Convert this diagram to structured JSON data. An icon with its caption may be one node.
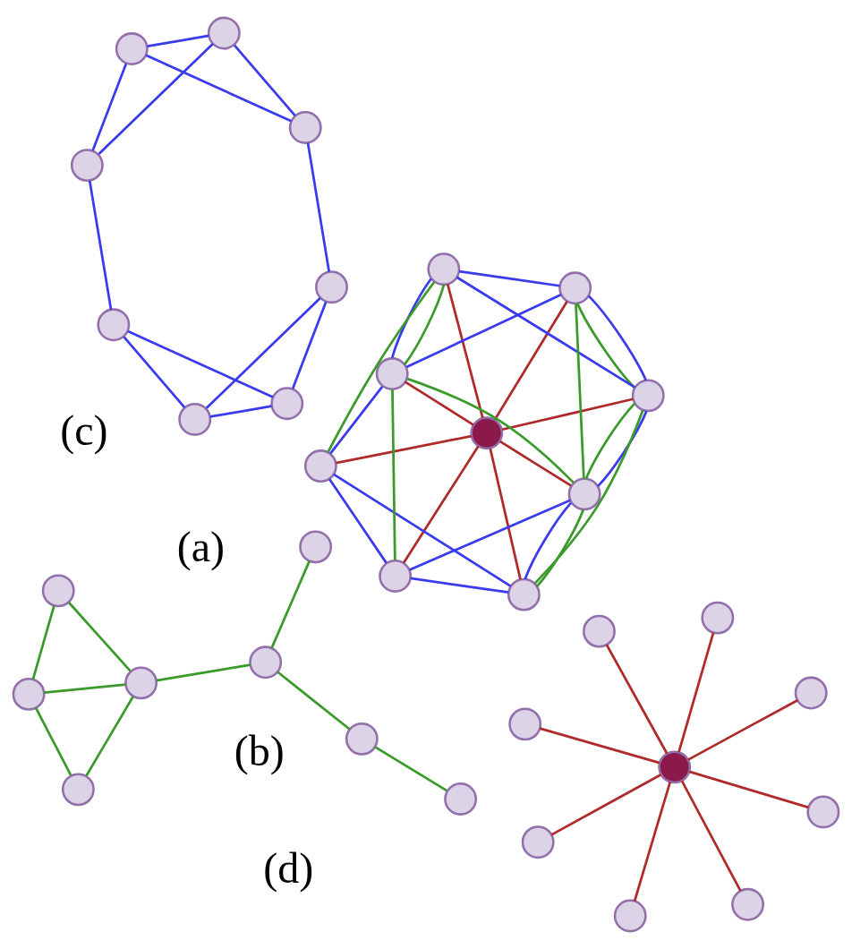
{
  "diagram": {
    "nodes": [
      {
        "text": [],
        "shape": "circle"
      },
      {
        "text": [],
        "shape": "circle"
      },
      {
        "text": [],
        "shape": "circle"
      },
      {
        "text": [],
        "shape": "circle"
      },
      {
        "text": [],
        "shape": "circle"
      },
      {
        "text": [],
        "shape": "circle"
      },
      {
        "text": [],
        "shape": "circle"
      },
      {
        "text": [],
        "shape": "circle"
      },
      {
        "text": [],
        "shape": "circle"
      },
      {
        "text": [],
        "shape": "circle"
      },
      {
        "text": [],
        "shape": "circle"
      },
      {
        "text": [],
        "shape": "circle"
      },
      {
        "text": [],
        "shape": "circle"
      },
      {
        "text": [],
        "shape": "circle"
      },
      {
        "text": [],
        "shape": "circle"
      },
      {
        "text": [],
        "shape": "circle"
      },
      {
        "text": [],
        "shape": "circle"
      },
      {
        "text": [],
        "shape": "circle"
      },
      {
        "text": [],
        "shape": "circle"
      },
      {
        "text": [],
        "shape": "circle"
      },
      {
        "text": [],
        "shape": "circle"
      },
      {
        "text": [],
        "shape": "circle"
      },
      {
        "text": [],
        "shape": "circle"
      },
      {
        "text": [],
        "shape": "circle"
      },
      {
        "text": [],
        "shape": "circle"
      },
      {
        "text": [],
        "shape": "circle"
      },
      {
        "text": [],
        "shape": "circle"
      },
      {
        "text": [],
        "shape": "circle"
      },
      {
        "text": [],
        "shape": "circle"
      },
      {
        "text": [],
        "shape": "circle"
      },
      {
        "text": [],
        "shape": "circle"
      },
      {
        "text": [],
        "shape": "circle"
      },
      {
        "text": [],
        "shape": "circle"
      },
      {
        "text": [],
        "shape": "circle"
      }
    ],
    "edges": [
      {
        "from": 1,
        "to": 0,
        "arrow": "none",
        "color": "#3a9a2a"
      },
      {
        "from": 0,
        "to": 2,
        "arrow": "none",
        "color": "#3a9a2a"
      },
      {
        "from": 1,
        "to": 2,
        "arrow": "none",
        "color": "#3a9a2a"
      },
      {
        "from": 1,
        "to": 3,
        "arrow": "none",
        "color": "#3a9a2a"
      },
      {
        "from": 3,
        "to": 0,
        "arrow": "none",
        "color": "#3a9a2a"
      },
      {
        "from": 1,
        "to": 6,
        "arrow": "none",
        "color": "#3a9a2a"
      },
      {
        "from": 5,
        "to": 6,
        "arrow": "none",
        "color": "#3a9a2a"
      },
      {
        "from": 4,
        "to": 6,
        "arrow": "none",
        "color": "#3a9a2a"
      },
      {
        "from": 4,
        "to": 7,
        "arrow": "none",
        "color": "#3a9a2a"
      },
      {
        "from": 8,
        "to": 9,
        "arrow": "none"
      },
      {
        "from": 8,
        "to": 10,
        "arrow": "none"
      },
      {
        "from": 8,
        "to": 12,
        "arrow": "none"
      },
      {
        "from": 10,
        "to": 12,
        "arrow": "none"
      },
      {
        "from": 10,
        "to": 14,
        "arrow": "none"
      },
      {
        "from": 12,
        "to": 14,
        "arrow": "none"
      },
      {
        "from": 14,
        "to": 15,
        "arrow": "none"
      },
      {
        "from": 15,
        "to": 13,
        "arrow": "none"
      },
      {
        "from": 11,
        "to": 15,
        "arrow": "none"
      },
      {
        "from": 11,
        "to": 13,
        "arrow": "none"
      },
      {
        "from": 9,
        "to": 11,
        "arrow": "none"
      },
      {
        "from": 9,
        "to": 13,
        "arrow": "none"
      },
      {
        "from": 20,
        "to": 16,
        "arrow": "none",
        "color": "#b02a2a"
      },
      {
        "from": 20,
        "to": 17,
        "arrow": "none",
        "color": "#b02a2a"
      },
      {
        "from": 20,
        "to": 18,
        "arrow": "none",
        "color": "#b02a2a"
      },
      {
        "from": 20,
        "to": 19,
        "arrow": "none",
        "color": "#b02a2a"
      },
      {
        "from": 20,
        "to": 21,
        "arrow": "none",
        "color": "#b02a2a"
      },
      {
        "from": 20,
        "to": 22,
        "arrow": "none",
        "color": "#b02a2a"
      },
      {
        "from": 20,
        "to": 23,
        "arrow": "none",
        "color": "#b02a2a"
      },
      {
        "from": 20,
        "to": 24,
        "arrow": "none",
        "color": "#b02a2a"
      },
      {
        "from": 27,
        "to": 26,
        "arrow": "none",
        "color": "#3a9a2a"
      },
      {
        "from": 26,
        "to": 28,
        "arrow": "none",
        "color": "#3a9a2a"
      },
      {
        "from": 27,
        "to": 28,
        "arrow": "none",
        "color": "#3a9a2a"
      },
      {
        "from": 27,
        "to": 29,
        "arrow": "none",
        "color": "#3a9a2a"
      },
      {
        "from": 29,
        "to": 26,
        "arrow": "none",
        "color": "#3a9a2a"
      },
      {
        "from": 27,
        "to": 32,
        "arrow": "none",
        "color": "#3a9a2a"
      },
      {
        "from": 31,
        "to": 32,
        "arrow": "none",
        "color": "#3a9a2a"
      },
      {
        "from": 30,
        "to": 32,
        "arrow": "none",
        "color": "#3a9a2a"
      },
      {
        "from": 30,
        "to": 33,
        "arrow": "none",
        "color": "#3a9a2a"
      },
      {
        "from": 26,
        "to": 27,
        "arrow": "none"
      },
      {
        "from": 26,
        "to": 28,
        "arrow": "none"
      },
      {
        "from": 26,
        "to": 30,
        "arrow": "none"
      },
      {
        "from": 28,
        "to": 30,
        "arrow": "none"
      },
      {
        "from": 28,
        "to": 32,
        "arrow": "none"
      },
      {
        "from": 30,
        "to": 32,
        "arrow": "none"
      },
      {
        "from": 32,
        "to": 33,
        "arrow": "none"
      },
      {
        "from": 33,
        "to": 31,
        "arrow": "none"
      },
      {
        "from": 29,
        "to": 33,
        "arrow": "none"
      },
      {
        "from": 29,
        "to": 31,
        "arrow": "none"
      },
      {
        "from": 27,
        "to": 29,
        "arrow": "none"
      },
      {
        "from": 27,
        "to": 31,
        "arrow": "none"
      },
      {
        "from": 25,
        "to": 26,
        "arrow": "none",
        "color": "#b02a2a"
      },
      {
        "from": 25,
        "to": 27,
        "arrow": "none",
        "color": "#b02a2a"
      },
      {
        "from": 25,
        "to": 28,
        "arrow": "none",
        "color": "#b02a2a"
      },
      {
        "from": 25,
        "to": 29,
        "arrow": "none",
        "color": "#b02a2a"
      },
      {
        "from": 25,
        "to": 30,
        "arrow": "none",
        "color": "#b02a2a"
      },
      {
        "from": 25,
        "to": 31,
        "arrow": "none",
        "color": "#b02a2a"
      },
      {
        "from": 25,
        "to": 32,
        "arrow": "none",
        "color": "#b02a2a"
      },
      {
        "from": 25,
        "to": 33,
        "arrow": "none",
        "color": "#b02a2a"
      }
    ],
    "labels": [
      "(a)",
      "(b)",
      "(c)",
      "(d)"
    ]
  }
}
